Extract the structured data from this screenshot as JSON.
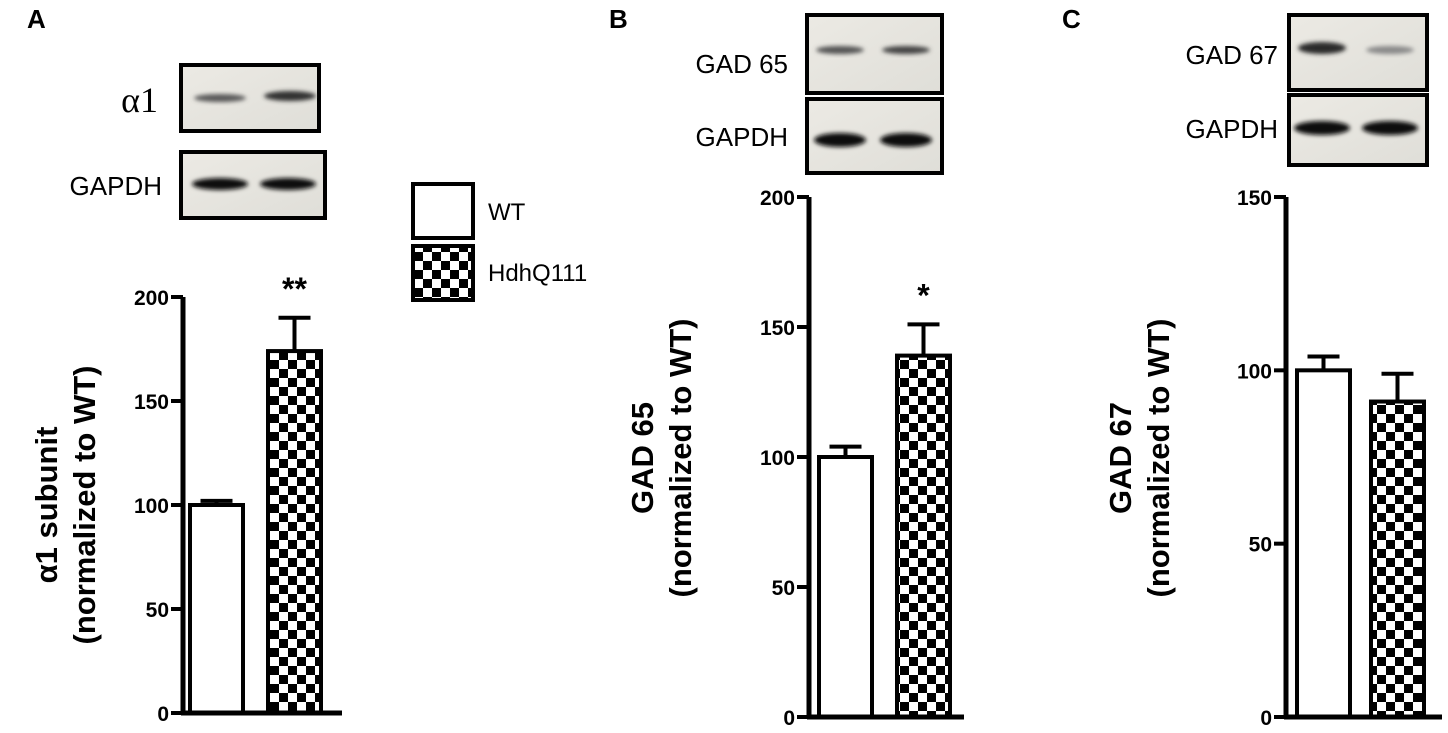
{
  "legend": {
    "items": [
      {
        "label": "WT",
        "pattern": "open"
      },
      {
        "label": "HdhQ111",
        "pattern": "checker"
      }
    ]
  },
  "panels": [
    {
      "letter": "A",
      "blot_labels": [
        "α1",
        "GAPDH"
      ],
      "axis_title_line1": "α1 subunit",
      "axis_title_line2": "(normalized to WT)"
    },
    {
      "letter": "B",
      "blot_labels": [
        "GAD 65",
        "GAPDH"
      ],
      "axis_title_line1": "GAD 65",
      "axis_title_line2": "(normalized to WT)"
    },
    {
      "letter": "C",
      "blot_labels": [
        "GAD 67",
        "GAPDH"
      ],
      "axis_title_line1": "GAD 67",
      "axis_title_line2": "(normalized to WT)"
    }
  ],
  "chart_data": [
    {
      "type": "bar",
      "categories": [
        "WT",
        "HdhQ111"
      ],
      "values": [
        100,
        174
      ],
      "errors": [
        2,
        16
      ],
      "significance": [
        "",
        "**"
      ],
      "ylim": [
        0,
        200
      ],
      "yticks": [
        0,
        50,
        100,
        150,
        200
      ],
      "ylabel": "α1 subunit (normalized to WT)",
      "xlabel": ""
    },
    {
      "type": "bar",
      "categories": [
        "WT",
        "HdhQ111"
      ],
      "values": [
        100,
        139
      ],
      "errors": [
        4,
        12
      ],
      "significance": [
        "",
        "*"
      ],
      "ylim": [
        0,
        200
      ],
      "yticks": [
        0,
        50,
        100,
        150,
        200
      ],
      "ylabel": "GAD 65 (normalized to WT)",
      "xlabel": ""
    },
    {
      "type": "bar",
      "categories": [
        "WT",
        "HdhQ111"
      ],
      "values": [
        100,
        91
      ],
      "errors": [
        4,
        8
      ],
      "significance": [
        "",
        ""
      ],
      "ylim": [
        0,
        150
      ],
      "yticks": [
        0,
        50,
        100,
        150
      ],
      "ylabel": "GAD 67 (normalized to WT)",
      "xlabel": ""
    }
  ],
  "colors": {
    "ink": "#000000",
    "blot_bg": "#e6e6e1",
    "bar_fill": "#ffffff"
  }
}
